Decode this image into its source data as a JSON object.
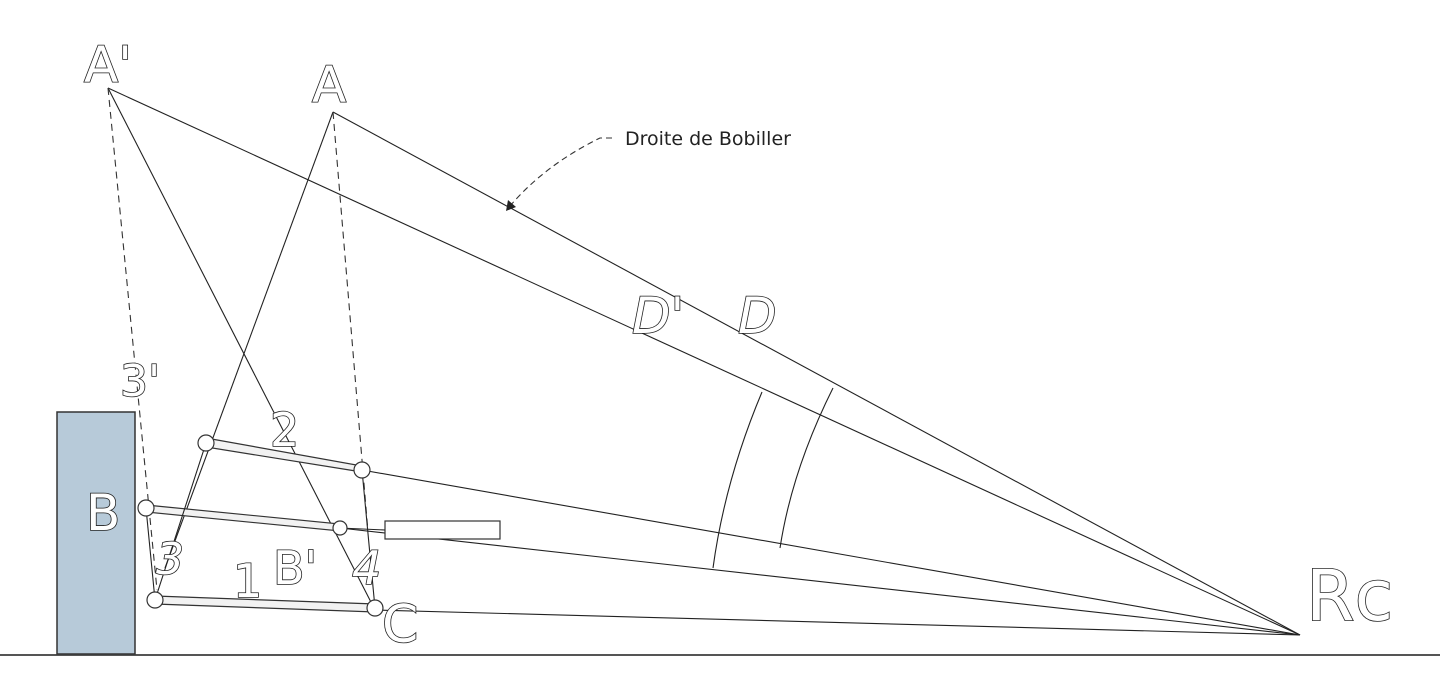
{
  "annotation": "Droite de Bobiller",
  "labels": {
    "a_prime": "A'",
    "a": "A",
    "d_prime": "D'",
    "d": "D",
    "three_prime": "3'",
    "two": "2",
    "b": "B",
    "three": "3",
    "one": "1",
    "b_prime": "B'",
    "four": "4",
    "c": "C",
    "rc": "Rc"
  },
  "colors": {
    "frame": "#b7cad9",
    "line": "#222222"
  }
}
